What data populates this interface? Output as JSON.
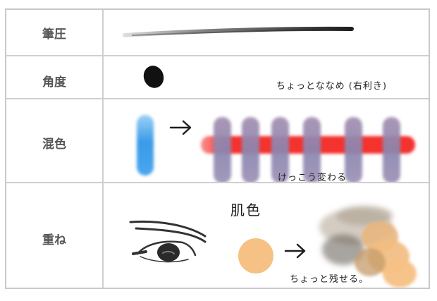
{
  "rows": [
    {
      "label": "筆圧"
    },
    {
      "label": "角度",
      "note": "ちょっとななめ (右利き)"
    },
    {
      "label": "混色",
      "note": "けっこう変わる"
    },
    {
      "label": "重ね",
      "swatch_label": "肌色",
      "note": "ちょっと残せる。"
    }
  ],
  "colors": {
    "border": "#cfcfcf",
    "label_text": "#555555",
    "blue_stroke": "#3a9be8",
    "red_stroke": "#f4332f",
    "mixed_stroke": "#8b86b0",
    "skin_swatch": "#f6c184",
    "ink": "#1e1e1e"
  },
  "icons": [
    "arrow-right-icon",
    "arrow-right-icon"
  ]
}
